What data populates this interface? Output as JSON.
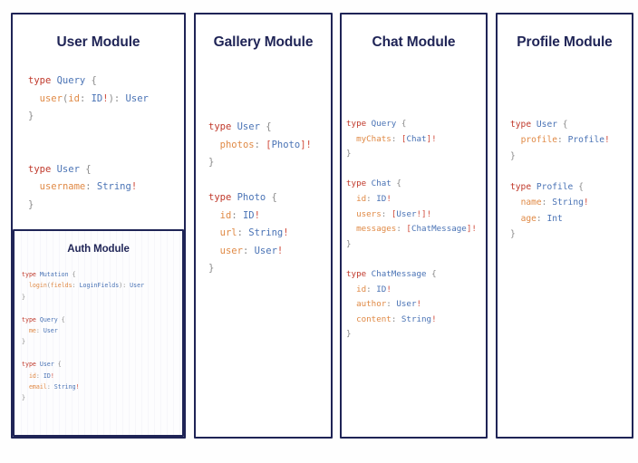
{
  "colors": {
    "border": "#1f2456",
    "title": "#1f2456",
    "background": "#ffffff",
    "keyword": "#c0392b",
    "type_name": "#4a73b5",
    "field_name": "#e08a46",
    "punctuation": "#8a8a8a",
    "non_null": "#d04a3a"
  },
  "modules": {
    "user": {
      "title": "User Module",
      "code": "type Query {\n  user(id: ID!): User\n}\n\n\ntype User {\n  username: String!\n}",
      "tokens": [
        [
          {
            "t": "kw",
            "v": "type "
          },
          {
            "t": "type",
            "v": "Query"
          },
          {
            "t": "pun",
            "v": " {"
          }
        ],
        [
          {
            "t": "pun",
            "v": "  "
          },
          {
            "t": "fld",
            "v": "user"
          },
          {
            "t": "pun",
            "v": "("
          },
          {
            "t": "fld",
            "v": "id"
          },
          {
            "t": "pun",
            "v": ": "
          },
          {
            "t": "type",
            "v": "ID"
          },
          {
            "t": "bang",
            "v": "!"
          },
          {
            "t": "pun",
            "v": "): "
          },
          {
            "t": "type",
            "v": "User"
          }
        ],
        [
          {
            "t": "pun",
            "v": "}"
          }
        ],
        [],
        [],
        [
          {
            "t": "kw",
            "v": "type "
          },
          {
            "t": "type",
            "v": "User"
          },
          {
            "t": "pun",
            "v": " {"
          }
        ],
        [
          {
            "t": "pun",
            "v": "  "
          },
          {
            "t": "fld",
            "v": "username"
          },
          {
            "t": "pun",
            "v": ": "
          },
          {
            "t": "type",
            "v": "String"
          },
          {
            "t": "bang",
            "v": "!"
          }
        ],
        [
          {
            "t": "pun",
            "v": "}"
          }
        ]
      ]
    },
    "auth": {
      "title": "Auth Module",
      "code": "type Mutation {\n  login(fields: LoginFields): User\n}\n\ntype Query {\n  me: User\n}\n\ntype User {\n  id: ID!\n  email: String!\n}",
      "tokens": [
        [
          {
            "t": "kw",
            "v": "type "
          },
          {
            "t": "type",
            "v": "Mutation"
          },
          {
            "t": "pun",
            "v": " {"
          }
        ],
        [
          {
            "t": "pun",
            "v": "  "
          },
          {
            "t": "fld",
            "v": "login"
          },
          {
            "t": "pun",
            "v": "("
          },
          {
            "t": "fld",
            "v": "fields"
          },
          {
            "t": "pun",
            "v": ": "
          },
          {
            "t": "type",
            "v": "LoginFields"
          },
          {
            "t": "pun",
            "v": "): "
          },
          {
            "t": "type",
            "v": "User"
          }
        ],
        [
          {
            "t": "pun",
            "v": "}"
          }
        ],
        [],
        [
          {
            "t": "kw",
            "v": "type "
          },
          {
            "t": "type",
            "v": "Query"
          },
          {
            "t": "pun",
            "v": " {"
          }
        ],
        [
          {
            "t": "pun",
            "v": "  "
          },
          {
            "t": "fld",
            "v": "me"
          },
          {
            "t": "pun",
            "v": ": "
          },
          {
            "t": "type",
            "v": "User"
          }
        ],
        [
          {
            "t": "pun",
            "v": "}"
          }
        ],
        [],
        [
          {
            "t": "kw",
            "v": "type "
          },
          {
            "t": "type",
            "v": "User"
          },
          {
            "t": "pun",
            "v": " {"
          }
        ],
        [
          {
            "t": "pun",
            "v": "  "
          },
          {
            "t": "fld",
            "v": "id"
          },
          {
            "t": "pun",
            "v": ": "
          },
          {
            "t": "type",
            "v": "ID"
          },
          {
            "t": "bang",
            "v": "!"
          }
        ],
        [
          {
            "t": "pun",
            "v": "  "
          },
          {
            "t": "fld",
            "v": "email"
          },
          {
            "t": "pun",
            "v": ": "
          },
          {
            "t": "type",
            "v": "String"
          },
          {
            "t": "bang",
            "v": "!"
          }
        ],
        [
          {
            "t": "pun",
            "v": "}"
          }
        ]
      ]
    },
    "gallery": {
      "title": "Gallery Module",
      "code": "type User {\n  photos: [Photo]!\n}\n\ntype Photo {\n  id: ID!\n  url: String!\n  user: User!\n}",
      "tokens": [
        [
          {
            "t": "kw",
            "v": "type "
          },
          {
            "t": "type",
            "v": "User"
          },
          {
            "t": "pun",
            "v": " {"
          }
        ],
        [
          {
            "t": "pun",
            "v": "  "
          },
          {
            "t": "fld",
            "v": "photos"
          },
          {
            "t": "pun",
            "v": ": "
          },
          {
            "t": "bang",
            "v": "["
          },
          {
            "t": "type",
            "v": "Photo"
          },
          {
            "t": "bang",
            "v": "]!"
          }
        ],
        [
          {
            "t": "pun",
            "v": "}"
          }
        ],
        [],
        [
          {
            "t": "kw",
            "v": "type "
          },
          {
            "t": "type",
            "v": "Photo"
          },
          {
            "t": "pun",
            "v": " {"
          }
        ],
        [
          {
            "t": "pun",
            "v": "  "
          },
          {
            "t": "fld",
            "v": "id"
          },
          {
            "t": "pun",
            "v": ": "
          },
          {
            "t": "type",
            "v": "ID"
          },
          {
            "t": "bang",
            "v": "!"
          }
        ],
        [
          {
            "t": "pun",
            "v": "  "
          },
          {
            "t": "fld",
            "v": "url"
          },
          {
            "t": "pun",
            "v": ": "
          },
          {
            "t": "type",
            "v": "String"
          },
          {
            "t": "bang",
            "v": "!"
          }
        ],
        [
          {
            "t": "pun",
            "v": "  "
          },
          {
            "t": "fld",
            "v": "user"
          },
          {
            "t": "pun",
            "v": ": "
          },
          {
            "t": "type",
            "v": "User"
          },
          {
            "t": "bang",
            "v": "!"
          }
        ],
        [
          {
            "t": "pun",
            "v": "}"
          }
        ]
      ]
    },
    "chat": {
      "title": "Chat Module",
      "code": "type Query {\n  myChats: [Chat]!\n}\n\ntype Chat {\n  id: ID!\n  users: [User!]!\n  messages: [ChatMessage]!\n}\n\ntype ChatMessage {\n  id: ID!\n  author: User!\n  content: String!\n}",
      "tokens": [
        [
          {
            "t": "kw",
            "v": "type "
          },
          {
            "t": "type",
            "v": "Query"
          },
          {
            "t": "pun",
            "v": " {"
          }
        ],
        [
          {
            "t": "pun",
            "v": "  "
          },
          {
            "t": "fld",
            "v": "myChats"
          },
          {
            "t": "pun",
            "v": ": "
          },
          {
            "t": "bang",
            "v": "["
          },
          {
            "t": "type",
            "v": "Chat"
          },
          {
            "t": "bang",
            "v": "]!"
          }
        ],
        [
          {
            "t": "pun",
            "v": "}"
          }
        ],
        [],
        [
          {
            "t": "kw",
            "v": "type "
          },
          {
            "t": "type",
            "v": "Chat"
          },
          {
            "t": "pun",
            "v": " {"
          }
        ],
        [
          {
            "t": "pun",
            "v": "  "
          },
          {
            "t": "fld",
            "v": "id"
          },
          {
            "t": "pun",
            "v": ": "
          },
          {
            "t": "type",
            "v": "ID"
          },
          {
            "t": "bang",
            "v": "!"
          }
        ],
        [
          {
            "t": "pun",
            "v": "  "
          },
          {
            "t": "fld",
            "v": "users"
          },
          {
            "t": "pun",
            "v": ": "
          },
          {
            "t": "bang",
            "v": "["
          },
          {
            "t": "type",
            "v": "User"
          },
          {
            "t": "bang",
            "v": "!]!"
          }
        ],
        [
          {
            "t": "pun",
            "v": "  "
          },
          {
            "t": "fld",
            "v": "messages"
          },
          {
            "t": "pun",
            "v": ": "
          },
          {
            "t": "bang",
            "v": "["
          },
          {
            "t": "type",
            "v": "ChatMessage"
          },
          {
            "t": "bang",
            "v": "]!"
          }
        ],
        [
          {
            "t": "pun",
            "v": "}"
          }
        ],
        [],
        [
          {
            "t": "kw",
            "v": "type "
          },
          {
            "t": "type",
            "v": "ChatMessage"
          },
          {
            "t": "pun",
            "v": " {"
          }
        ],
        [
          {
            "t": "pun",
            "v": "  "
          },
          {
            "t": "fld",
            "v": "id"
          },
          {
            "t": "pun",
            "v": ": "
          },
          {
            "t": "type",
            "v": "ID"
          },
          {
            "t": "bang",
            "v": "!"
          }
        ],
        [
          {
            "t": "pun",
            "v": "  "
          },
          {
            "t": "fld",
            "v": "author"
          },
          {
            "t": "pun",
            "v": ": "
          },
          {
            "t": "type",
            "v": "User"
          },
          {
            "t": "bang",
            "v": "!"
          }
        ],
        [
          {
            "t": "pun",
            "v": "  "
          },
          {
            "t": "fld",
            "v": "content"
          },
          {
            "t": "pun",
            "v": ": "
          },
          {
            "t": "type",
            "v": "String"
          },
          {
            "t": "bang",
            "v": "!"
          }
        ],
        [
          {
            "t": "pun",
            "v": "}"
          }
        ]
      ]
    },
    "profile": {
      "title": "Profile Module",
      "code": "type User {\n  profile: Profile!\n}\n\ntype Profile {\n  name: String!\n  age: Int\n}",
      "tokens": [
        [
          {
            "t": "kw",
            "v": "type "
          },
          {
            "t": "type",
            "v": "User"
          },
          {
            "t": "pun",
            "v": " {"
          }
        ],
        [
          {
            "t": "pun",
            "v": "  "
          },
          {
            "t": "fld",
            "v": "profile"
          },
          {
            "t": "pun",
            "v": ": "
          },
          {
            "t": "type",
            "v": "Profile"
          },
          {
            "t": "bang",
            "v": "!"
          }
        ],
        [
          {
            "t": "pun",
            "v": "}"
          }
        ],
        [],
        [
          {
            "t": "kw",
            "v": "type "
          },
          {
            "t": "type",
            "v": "Profile"
          },
          {
            "t": "pun",
            "v": " {"
          }
        ],
        [
          {
            "t": "pun",
            "v": "  "
          },
          {
            "t": "fld",
            "v": "name"
          },
          {
            "t": "pun",
            "v": ": "
          },
          {
            "t": "type",
            "v": "String"
          },
          {
            "t": "bang",
            "v": "!"
          }
        ],
        [
          {
            "t": "pun",
            "v": "  "
          },
          {
            "t": "fld",
            "v": "age"
          },
          {
            "t": "pun",
            "v": ": "
          },
          {
            "t": "type",
            "v": "Int"
          }
        ],
        [
          {
            "t": "pun",
            "v": "}"
          }
        ]
      ]
    }
  }
}
